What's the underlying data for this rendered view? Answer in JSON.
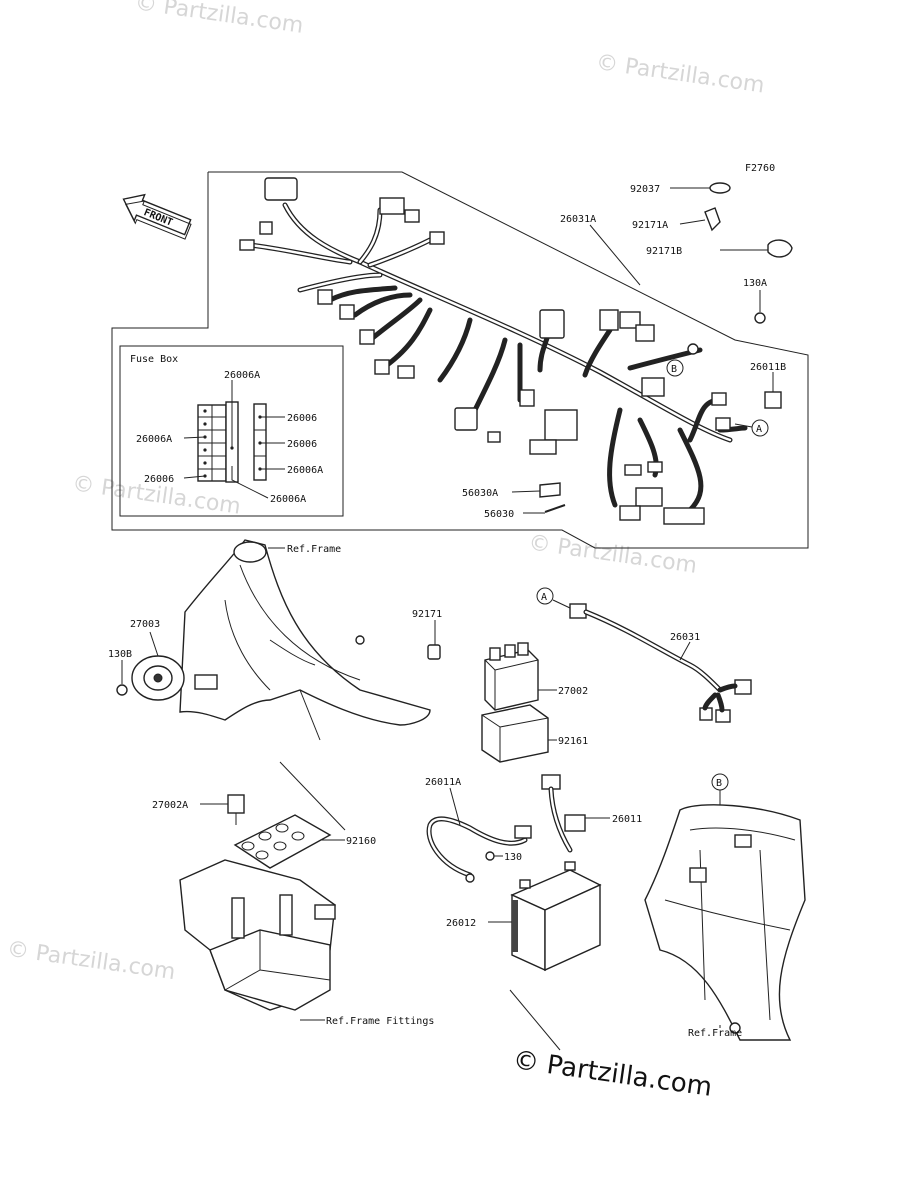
{
  "figure_code": "F2760",
  "front_label": "FRONT",
  "fuse_box": {
    "title": "Fuse Box",
    "labels": [
      "26006A",
      "26006",
      "26006A",
      "26006",
      "26006",
      "26006A",
      "26006A"
    ]
  },
  "callouts": {
    "b1": "B",
    "a1": "A",
    "a2": "A",
    "b2": "B"
  },
  "parts": [
    "92037",
    "26031A",
    "92171A",
    "92171B",
    "130A",
    "26011B",
    "56030A",
    "56030",
    "Ref.Frame",
    "27003",
    "130B",
    "92171",
    "27002",
    "92161",
    "26031",
    "27002A",
    "92160",
    "26011A",
    "130",
    "26011",
    "26012",
    "Ref.Frame Fittings",
    "Ref.Frame"
  ],
  "watermarks": [
    "© Partzilla.com",
    "© Partzilla.com",
    "© Partzilla.com",
    "© Partzilla.com",
    "© Partzilla.com"
  ],
  "brand_watermark": "© Partzilla.com"
}
